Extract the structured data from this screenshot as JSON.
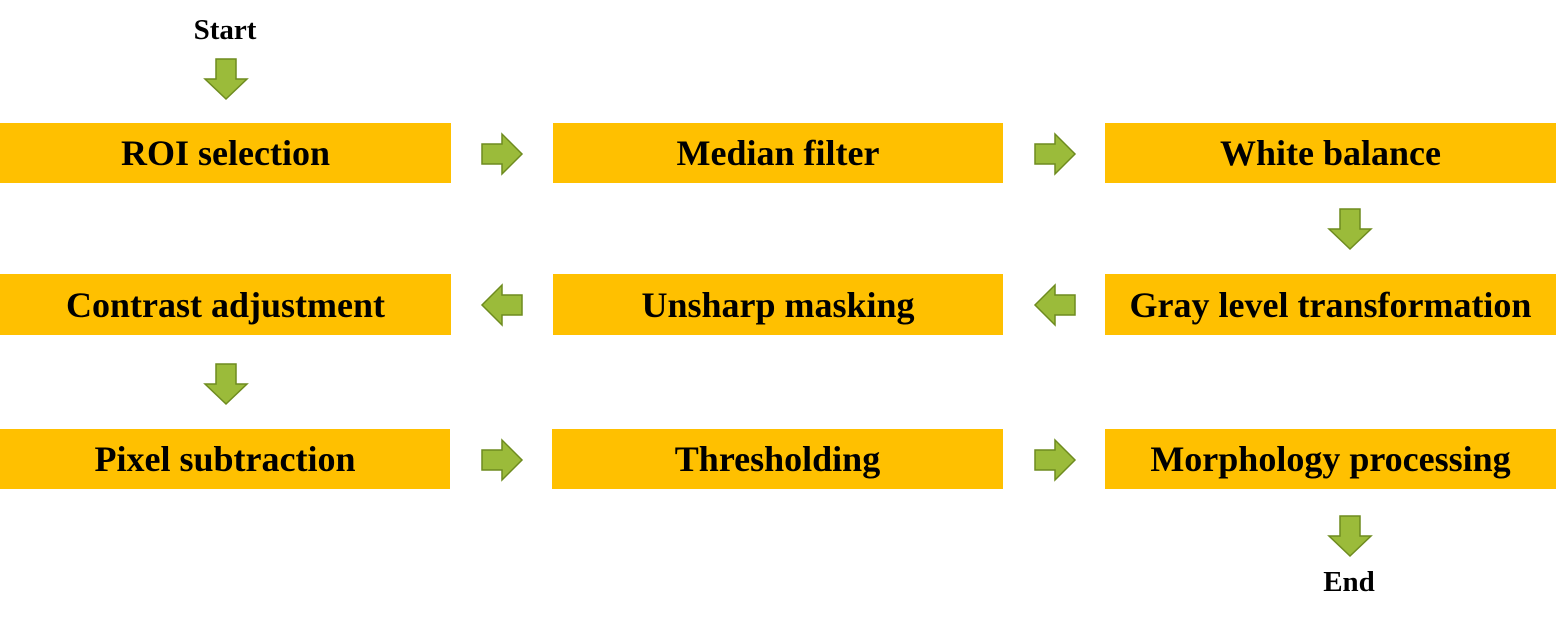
{
  "colors": {
    "box_fill": "#FFC000",
    "arrow_fill": "#9BBB3A",
    "arrow_stroke": "#6E8B1F",
    "text": "#000000"
  },
  "start_label": "Start",
  "end_label": "End",
  "steps": [
    {
      "id": "roi",
      "label": "ROI selection"
    },
    {
      "id": "median",
      "label": "Median filter"
    },
    {
      "id": "white",
      "label": "White balance"
    },
    {
      "id": "gray",
      "label": "Gray level transformation"
    },
    {
      "id": "unsharp",
      "label": "Unsharp masking"
    },
    {
      "id": "contrast",
      "label": "Contrast adjustment"
    },
    {
      "id": "pixel",
      "label": "Pixel subtraction"
    },
    {
      "id": "threshold",
      "label": "Thresholding"
    },
    {
      "id": "morph",
      "label": "Morphology processing"
    }
  ],
  "arrow_icon": "block-arrow-icon",
  "flow": [
    {
      "from": "start",
      "to": "roi"
    },
    {
      "from": "roi",
      "to": "median"
    },
    {
      "from": "median",
      "to": "white"
    },
    {
      "from": "white",
      "to": "gray"
    },
    {
      "from": "gray",
      "to": "unsharp"
    },
    {
      "from": "unsharp",
      "to": "contrast"
    },
    {
      "from": "contrast",
      "to": "pixel"
    },
    {
      "from": "pixel",
      "to": "threshold"
    },
    {
      "from": "threshold",
      "to": "morph"
    },
    {
      "from": "morph",
      "to": "end"
    }
  ]
}
